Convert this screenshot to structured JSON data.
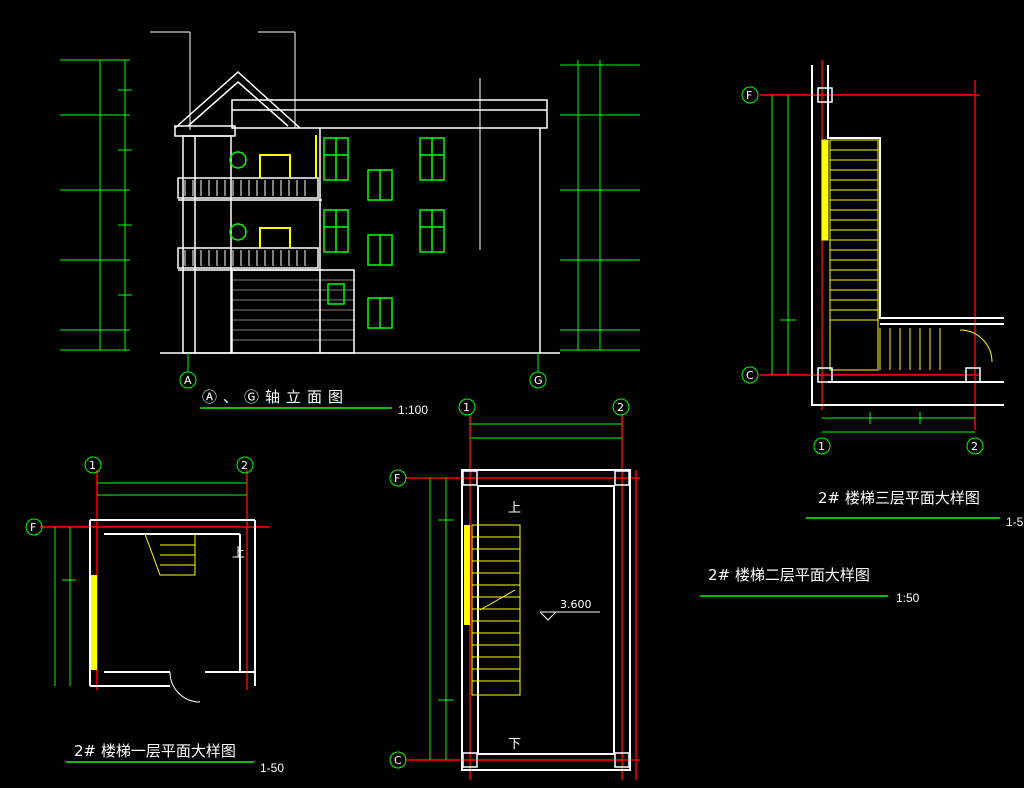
{
  "elevation": {
    "title": "Ⓐ、Ⓖ轴立面图",
    "scale": "1:100",
    "axis_left": "A",
    "axis_right": "G"
  },
  "plan1": {
    "title": "2# 楼梯一层平面大样图",
    "scale": "1-50",
    "axis_top_left": "1",
    "axis_top_right": "2",
    "axis_side": "F",
    "up_label": "上"
  },
  "plan2": {
    "title": "2# 楼梯二层平面大样图",
    "scale": "1:50",
    "axis_top_left": "1",
    "axis_top_right": "2",
    "axis_side_top": "F",
    "axis_side_bottom": "C",
    "up_label": "上",
    "down_label": "下",
    "level": "3.600"
  },
  "plan3": {
    "title": "2# 楼梯三层平面大样图",
    "scale": "1-5",
    "axis_bottom_left": "1",
    "axis_bottom_right": "2",
    "axis_side_top": "F",
    "axis_side_bottom": "C"
  },
  "colors": {
    "background": "#000000",
    "wall": "#ffffff",
    "window": "#00ff00",
    "stair": "#ffff00",
    "axis_line": "#ff0000",
    "dimension": "#00ff00"
  }
}
